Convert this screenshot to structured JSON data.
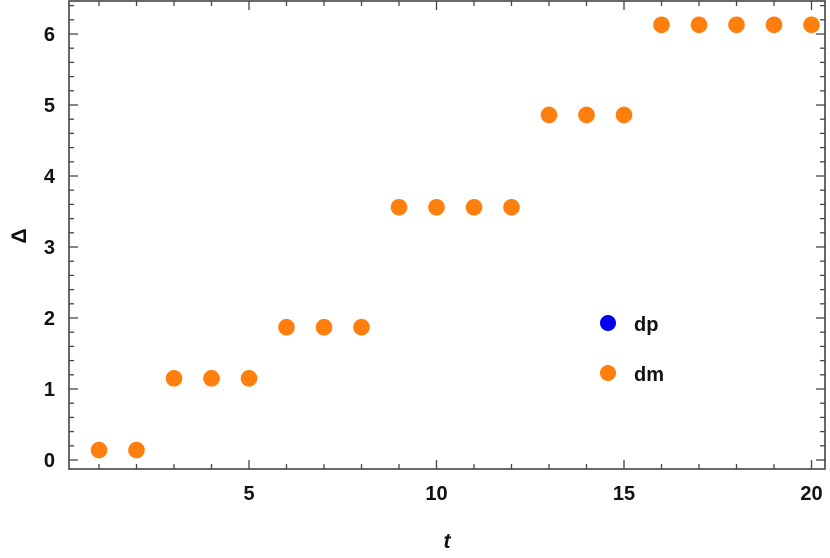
{
  "chart_data": {
    "type": "scatter",
    "title": "",
    "xlabel": "t",
    "ylabel": "Δ",
    "xlim": [
      0.8,
      20.3
    ],
    "ylim": [
      -0.12,
      6.45
    ],
    "x_ticks": [
      5,
      10,
      15,
      20
    ],
    "y_ticks": [
      0,
      1,
      2,
      3,
      4,
      5,
      6
    ],
    "grid": false,
    "legend_position": "inside-right-center",
    "series": [
      {
        "name": "dp",
        "color": "#0000ee",
        "x": [],
        "y": []
      },
      {
        "name": "dm",
        "color": "#ff7f0e",
        "x": [
          1,
          2,
          3,
          4,
          5,
          6,
          7,
          8,
          9,
          10,
          11,
          12,
          13,
          14,
          15,
          16,
          17,
          18,
          19,
          20
        ],
        "y": [
          0.14,
          0.14,
          1.15,
          1.15,
          1.15,
          1.87,
          1.87,
          1.87,
          3.56,
          3.56,
          3.56,
          3.56,
          4.86,
          4.86,
          4.86,
          6.13,
          6.13,
          6.13,
          6.13,
          6.13
        ]
      }
    ]
  },
  "legend": {
    "items": [
      {
        "label": "dp",
        "color": "#0000ee"
      },
      {
        "label": "dm",
        "color": "#ff7f0e"
      }
    ]
  }
}
